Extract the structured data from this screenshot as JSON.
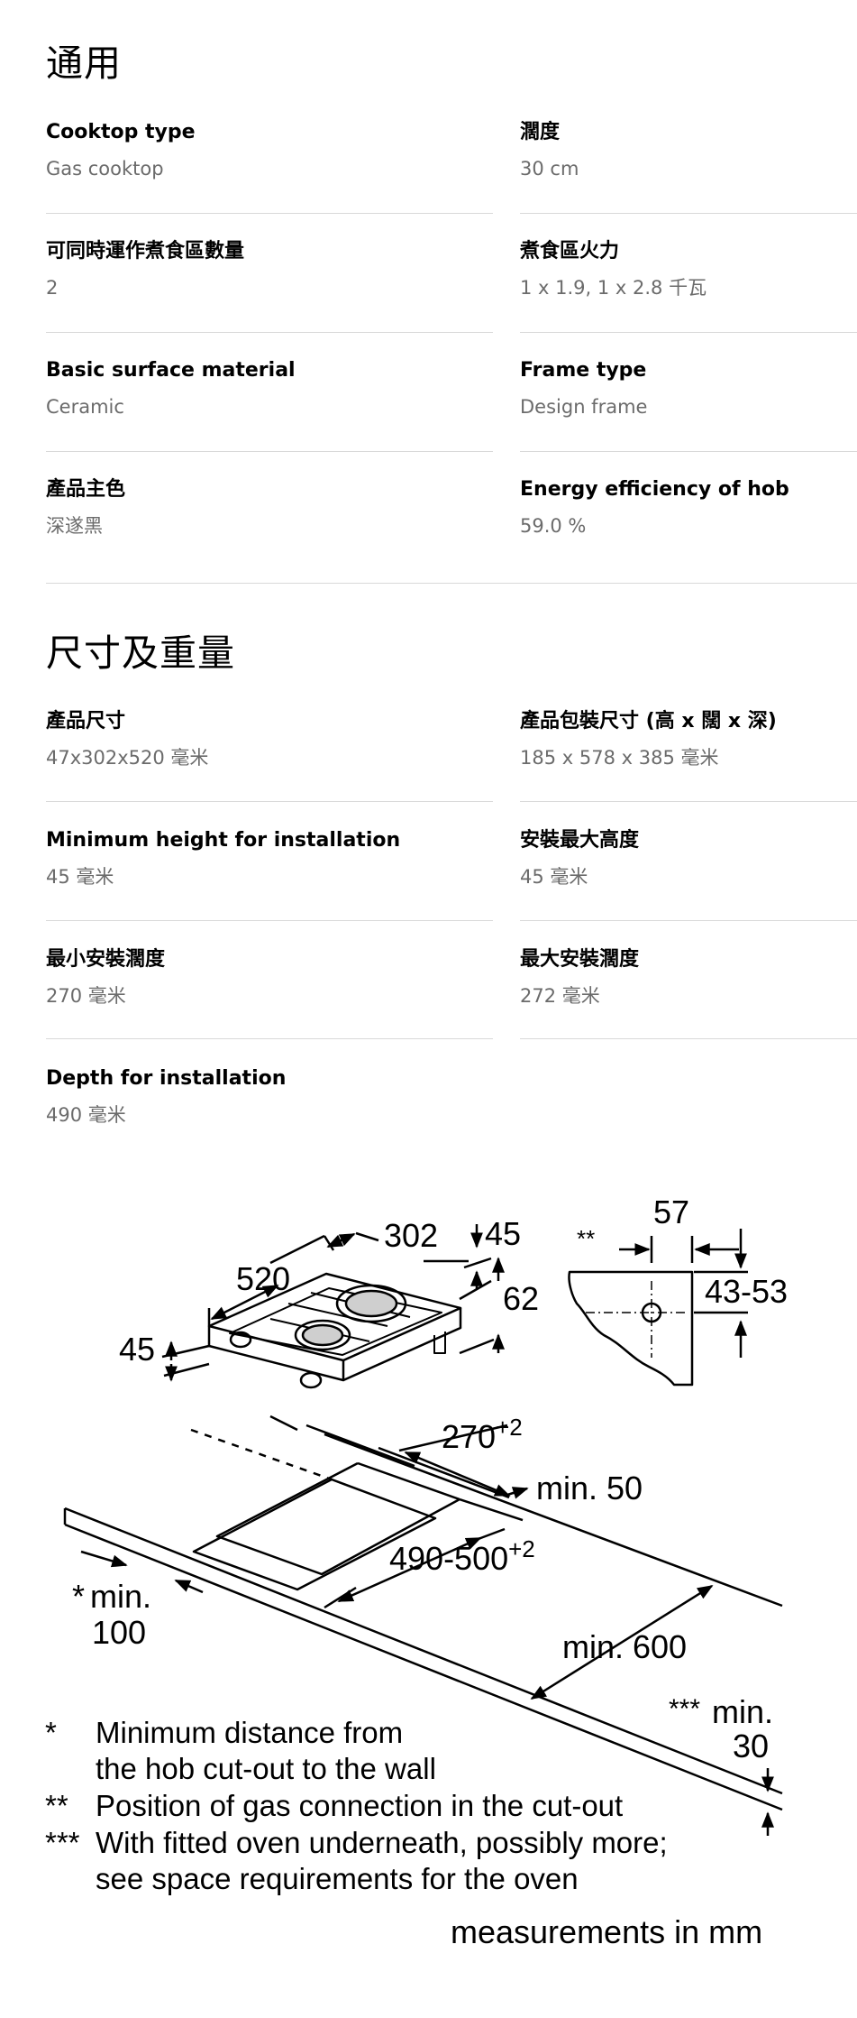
{
  "general": {
    "title": "通用",
    "specs": [
      {
        "label": "Cooktop type",
        "value": "Gas cooktop"
      },
      {
        "label": "濶度",
        "value": "30 cm"
      },
      {
        "label": "可同時運作煮食區數量",
        "value": "2"
      },
      {
        "label": "煮食區火力",
        "value": "1 x 1.9, 1 x 2.8 千瓦"
      },
      {
        "label": "Basic surface material",
        "value": "Ceramic"
      },
      {
        "label": "Frame type",
        "value": "Design frame"
      },
      {
        "label": "產品主色",
        "value": "深遂黑"
      },
      {
        "label": "Energy efficiency of hob",
        "value": "59.0 %"
      }
    ]
  },
  "dimensions": {
    "title": "尺寸及重量",
    "specs": [
      {
        "label": "產品尺寸",
        "value": "47x302x520 毫米"
      },
      {
        "label": "產品包裝尺寸 (高 x 闊 x 深)",
        "value": "185 x 578 x 385 毫米"
      },
      {
        "label": "Minimum height for installation",
        "value": "45 毫米"
      },
      {
        "label": "安裝最大高度",
        "value": "45 毫米"
      },
      {
        "label": "最小安裝濶度",
        "value": "270 毫米"
      },
      {
        "label": "最大安裝濶度",
        "value": "272 毫米"
      },
      {
        "label": "Depth for installation",
        "value": "490 毫米"
      }
    ]
  },
  "drawing": {
    "dim_302": "302",
    "dim_45_top": "45",
    "dim_520": "520",
    "dim_62": "62",
    "dim_45_left": "45",
    "dim_57": "57",
    "star2_marker": "**",
    "dim_43_53": "43-53",
    "dim_270": "270",
    "dim_270_sup": "+2",
    "min_50": "min. 50",
    "dim_490": "490-500",
    "dim_490_sup": "+2",
    "star1_marker": "*",
    "min_100_a": "min.",
    "min_100_b": "100",
    "min_600": "min. 600",
    "star3_marker": "***",
    "min_30_a": "min.",
    "min_30_b": "30",
    "notes": [
      {
        "marker": "*",
        "line1": "Minimum distance from",
        "line2": "the hob cut-out to the wall"
      },
      {
        "marker": "**",
        "line1": "Position of gas connection in the cut-out",
        "line2": ""
      },
      {
        "marker": "***",
        "line1": "With fitted oven underneath, possibly more;",
        "line2": "see space requirements for the oven"
      }
    ],
    "units": "measurements in mm"
  }
}
